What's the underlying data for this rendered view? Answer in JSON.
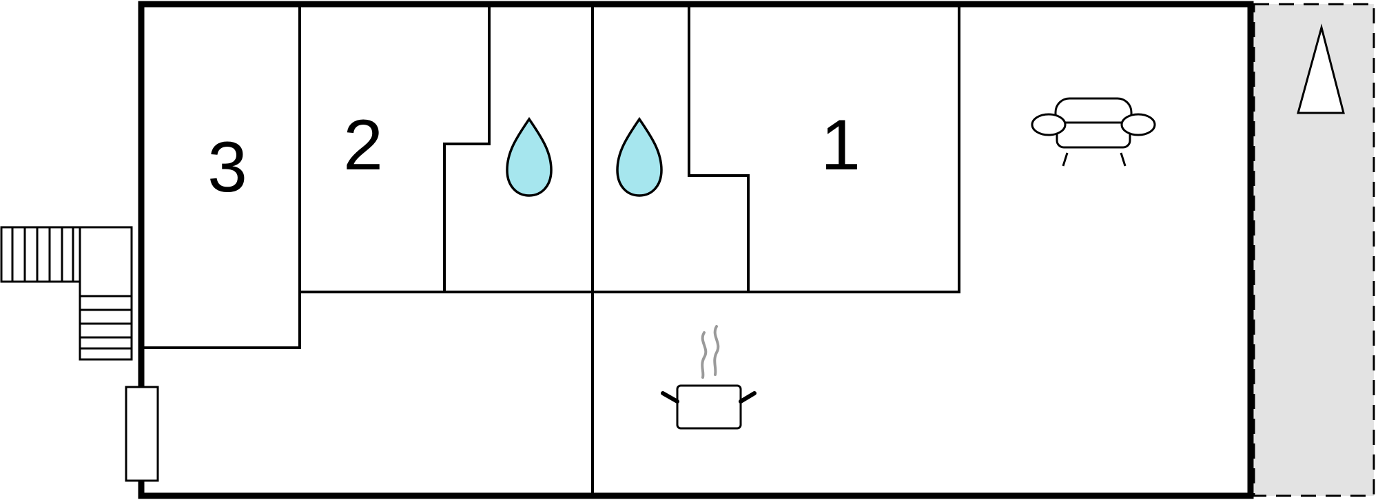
{
  "rooms": [
    {
      "id": "bedroom-3",
      "label": "3",
      "icon": "bedroom"
    },
    {
      "id": "bedroom-2",
      "label": "2",
      "icon": "bedroom"
    },
    {
      "id": "bathroom-a",
      "label": "",
      "icon": "water-drop-icon"
    },
    {
      "id": "bathroom-b",
      "label": "",
      "icon": "water-drop-icon"
    },
    {
      "id": "bedroom-1",
      "label": "1",
      "icon": "bedroom"
    },
    {
      "id": "living-room",
      "label": "",
      "icon": "sofa-icon"
    },
    {
      "id": "kitchen",
      "label": "",
      "icon": "cooking-pot-icon"
    },
    {
      "id": "hallway",
      "label": "",
      "icon": ""
    }
  ],
  "exterior": {
    "terrace": "dashed-grey-area",
    "north_marker": "north-arrow-icon",
    "stairs": "staircase",
    "entrance": "door"
  },
  "colors": {
    "water": "#a6e6ee",
    "terrace": "#e3e3e3",
    "walls": "#000000",
    "steam": "#9a9a9a"
  }
}
